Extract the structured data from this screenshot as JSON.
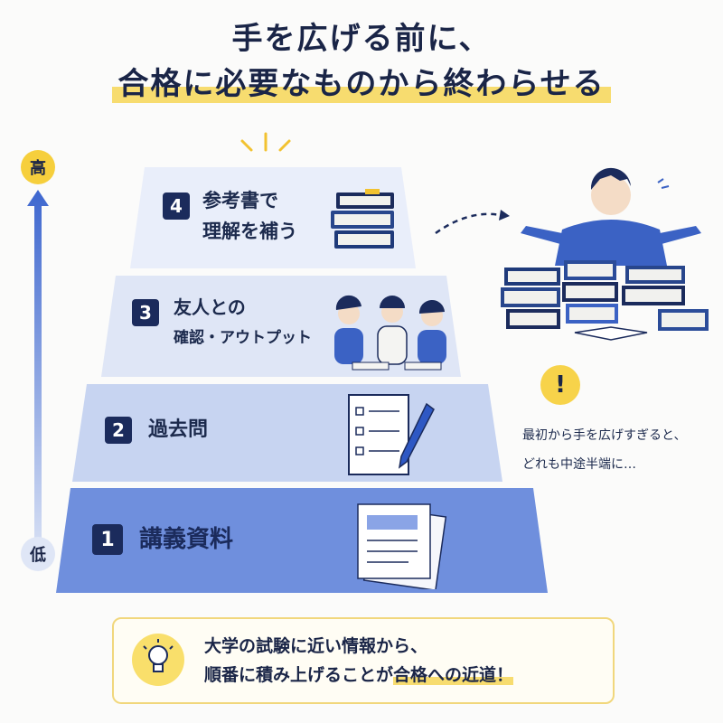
{
  "title": {
    "line1": "手を広げる前に、",
    "line2": "合格に必要なものから終わらせる"
  },
  "axis": {
    "high": "高",
    "low": "低"
  },
  "tiers": [
    {
      "number": "4",
      "line1": "参考書で",
      "line2": "理解を補う"
    },
    {
      "number": "3",
      "line1": "友人との",
      "line2": "確認・アウトプット"
    },
    {
      "number": "2",
      "line1": "過去問"
    },
    {
      "number": "1",
      "line1": "講義資料"
    }
  ],
  "warning": {
    "line1": "最初から手を広げすぎると、",
    "line2": "どれも中途半端に…"
  },
  "message": {
    "line1": "大学の試験に近い情報から、",
    "line2_pre": "順番に積み上げることが",
    "line2_hl": "合格への近道！"
  },
  "colors": {
    "navy": "#1b2b5c",
    "tier4": "#e9eefa",
    "tier3": "#dfe6f6",
    "tier2": "#c7d4f1",
    "tier1": "#6f8fdd",
    "accent": "#f6cf3c"
  }
}
